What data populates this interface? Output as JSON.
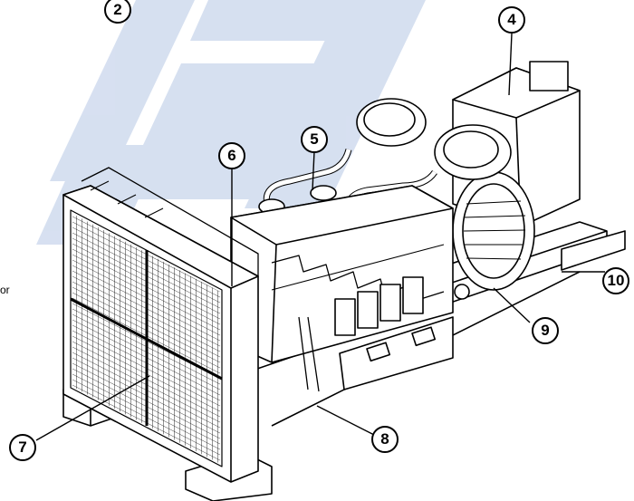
{
  "diagram": {
    "callouts": [
      "2",
      "4",
      "5",
      "6",
      "7",
      "8",
      "9",
      "10"
    ],
    "partial_text": "or",
    "watermark": "s t"
  },
  "colors": {
    "line": "#000000",
    "watermark": "#c9d6ec",
    "background": "#ffffff"
  }
}
